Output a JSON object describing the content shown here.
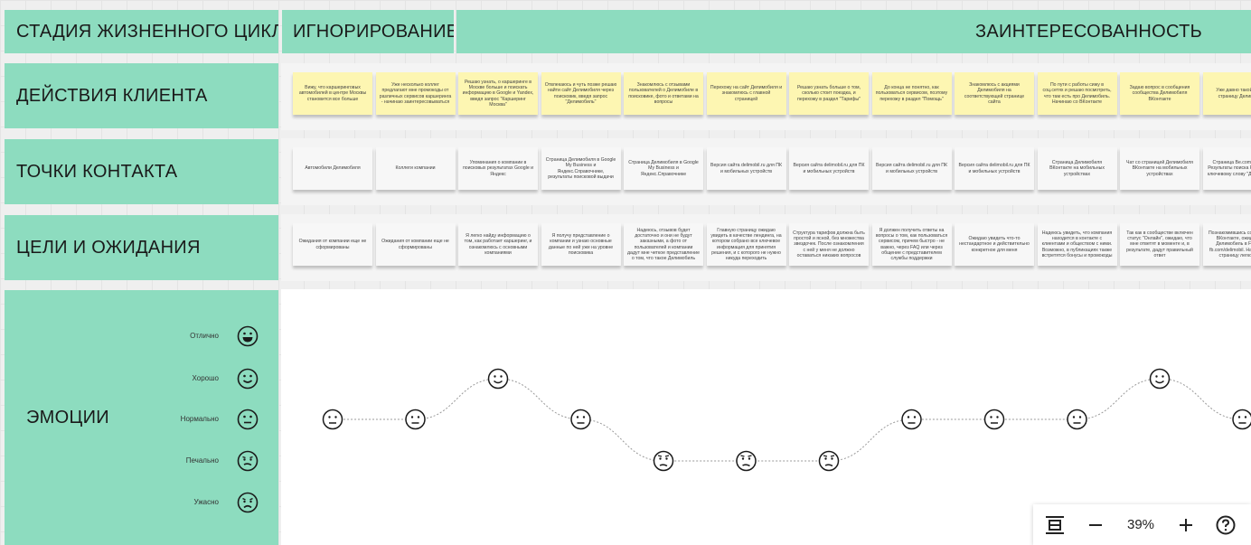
{
  "stages": {
    "lifecycle": "СТАДИЯ ЖИЗНЕННОГО ЦИКЛА",
    "ignore": "ИГНОРИРОВАНИЕ",
    "interest": "ЗАИНТЕРЕСОВАННОСТЬ"
  },
  "rows": {
    "actions": "ДЕЙСТВИЯ КЛИЕНТА",
    "touchpoints": "ТОЧКИ КОНТАКТА",
    "goals": "ЦЕЛИ И ОЖИДАНИЯ",
    "emotions": "ЭМОЦИИ"
  },
  "emotion_levels": [
    "Отлично",
    "Хорошо",
    "Нормально",
    "Печально",
    "Ужасно"
  ],
  "actions": [
    "Вижу, что каршеринговых автомобилей в центре Москвы становится все больше",
    "Уже несколько коллег предлагают мне промокоды от различных сервисов каршеринга - начинаю заинтересовываться",
    "Решаю узнать, о каршеринге в Москве больше и поискать информацию в Google и Yandex, введя запрос \"Каршеринг Москва\"",
    "Отвлекаюсь и чуть позже решаю найти сайт Делимобиля через поисковик, введя запрос \"Делимобиль\"",
    "Знакомлюсь с отзывами пользователей о Делимобиле в поисковике, фото и ответами на вопросы",
    "Перехожу на сайт Делимобиля и знакомлюсь с главной страницей",
    "Решаю узнать больше о том, сколько стоит поездка, и перехожу в раздел \"Тарифы\"",
    "До конца не понятно, как пользоваться сервисом, поэтому перехожу в раздел \"Помощь\"",
    "Знакомлюсь с акциями Делимобиля на соответствующей странице сайта",
    "По пути с работы сижу в соц.сетях и решаю посмотреть, что там есть про Делимобиль. Начинаю со ВКонтакте",
    "Задаю вопрос в сообщения сообщества Делимобиля ВКонтакте",
    "Уже давно такой решаю страницу Делимобиля"
  ],
  "touchpoints": [
    "Автомобили Делимобиля",
    "Коллеги компании",
    "Упоминания о компании в поисковых результатах Google и Яндекс",
    "Страница Делимобиля в Google My Business и Яндекс.Справочнике, результаты поисковой выдачи",
    "Страница Делимобиля в Google My Business и Яндекс.Справочнике",
    "Версия сайта delimobil.ru для ПК и мобильных устройств",
    "Версия сайта delimobil.ru для ПК и мобильных устройств",
    "Версия сайта delimobil.ru для ПК и мобильных устройств",
    "Версия сайта delimobil.ru для ПК и мобильных устройств",
    "Страница Делимобиля ВКонтакте на мобильных устройствах",
    "Чат со страницей Делимобиля ВКонтакте на мобильных устройствах",
    "Страница Ве.com/delimobil. Результаты поиска Facebook по ключевому слову \"Делимобиль\""
  ],
  "goals": [
    "Ожидания от компании еще не сформированы",
    "Ожидания от компании еще не сформированы",
    "Я легко найду информацию о том, как работает каршеринг, и ознакомлюсь с основными компаниями",
    "Я получу представление о компании и узнаю основные данные по ней уже на уровне поисковика",
    "Надеюсь, отзывов будет достаточно и они не будут заказными, а фото от пользователей и компании дадут мне четкое представление о том, что такое Делимобиль",
    "Главную страницу ожидаю увидеть в качестве лендинга, на котором собрано все ключевое информация для принятия решения, и с которого не нужно никуда переходить",
    "Структура тарифов должна быть простой и ясной, без множества звездочек. После ознакомления с ней у меня не должно оставаться никаких вопросов",
    "Я должен получить ответы на вопросы о том, как пользоваться сервисом, причем быстро - не важно, через FAQ или через общение с представителем службы поддержки",
    "Ожидаю увидеть что-то нестандартное и действительно конкретное для меня",
    "Надеюсь увидеть, что компания находится в контакте с клиентами и обществом с ними. Возможно, в публикациях также встретятся бонусы и промокоды",
    "Так как в сообществе включен статус \"Онлайн\", ожидаю, что мне ответят в моменте и, в результате, дадут правильный ответ",
    "Познакомившись со страницей ВКонтакте, ожидаю, что Делимобиль в Facebook fb.com/delimobil. Надеюсь, что страницу легко найти"
  ],
  "emotions_series": [
    3,
    3,
    4,
    3,
    2,
    2,
    2,
    3,
    3,
    3,
    4,
    3
  ],
  "zoom": {
    "value": "39%",
    "fit_icon": "fit-frame-icon",
    "minus_icon": "minus-icon",
    "plus_icon": "plus-icon",
    "help_icon": "help-icon"
  },
  "colors": {
    "header_green": "#8ddcbf",
    "sticky_yellow": "#fdf6b2",
    "sticky_white": "#f7f7f7"
  }
}
